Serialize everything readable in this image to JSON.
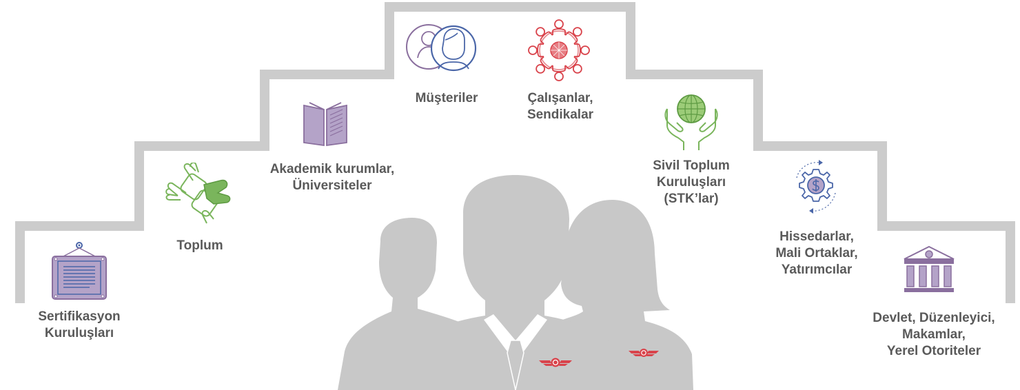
{
  "colors": {
    "stairs": "#cccccc",
    "silhouette": "#c8c8c8",
    "label": "#5a5a5a",
    "purple": "#8a6f9e",
    "purple_fill": "#b4a3c8",
    "green": "#7ab55c",
    "red": "#d9434b",
    "blue": "#4a66a8"
  },
  "stakeholders": [
    {
      "id": "sertifikasyon",
      "icon": "certificate-icon",
      "lines": [
        "Sertifikasyon",
        "Kuruluşları"
      ]
    },
    {
      "id": "toplum",
      "icon": "joined-hands-icon",
      "lines": [
        "Toplum"
      ]
    },
    {
      "id": "akademik",
      "icon": "open-book-icon",
      "lines": [
        "Akademik kurumlar,",
        "Üniversiteler"
      ]
    },
    {
      "id": "musteriler",
      "icon": "customers-icon",
      "lines": [
        "Müşteriler"
      ]
    },
    {
      "id": "calisanlar",
      "icon": "people-circle-icon",
      "lines": [
        "Çalışanlar,",
        "Sendikalar"
      ]
    },
    {
      "id": "stk",
      "icon": "globe-hands-icon",
      "lines": [
        "Sivil Toplum",
        "Kuruluşları",
        "(STK’lar)"
      ]
    },
    {
      "id": "hissedarlar",
      "icon": "money-gear-icon",
      "lines": [
        "Hissedarlar,",
        "Mali Ortaklar,",
        "Yatırımcılar"
      ]
    },
    {
      "id": "devlet",
      "icon": "government-building-icon",
      "lines": [
        "Devlet, Düzenleyici,",
        "Makamlar,",
        "Yerel Otoriteler"
      ]
    }
  ]
}
